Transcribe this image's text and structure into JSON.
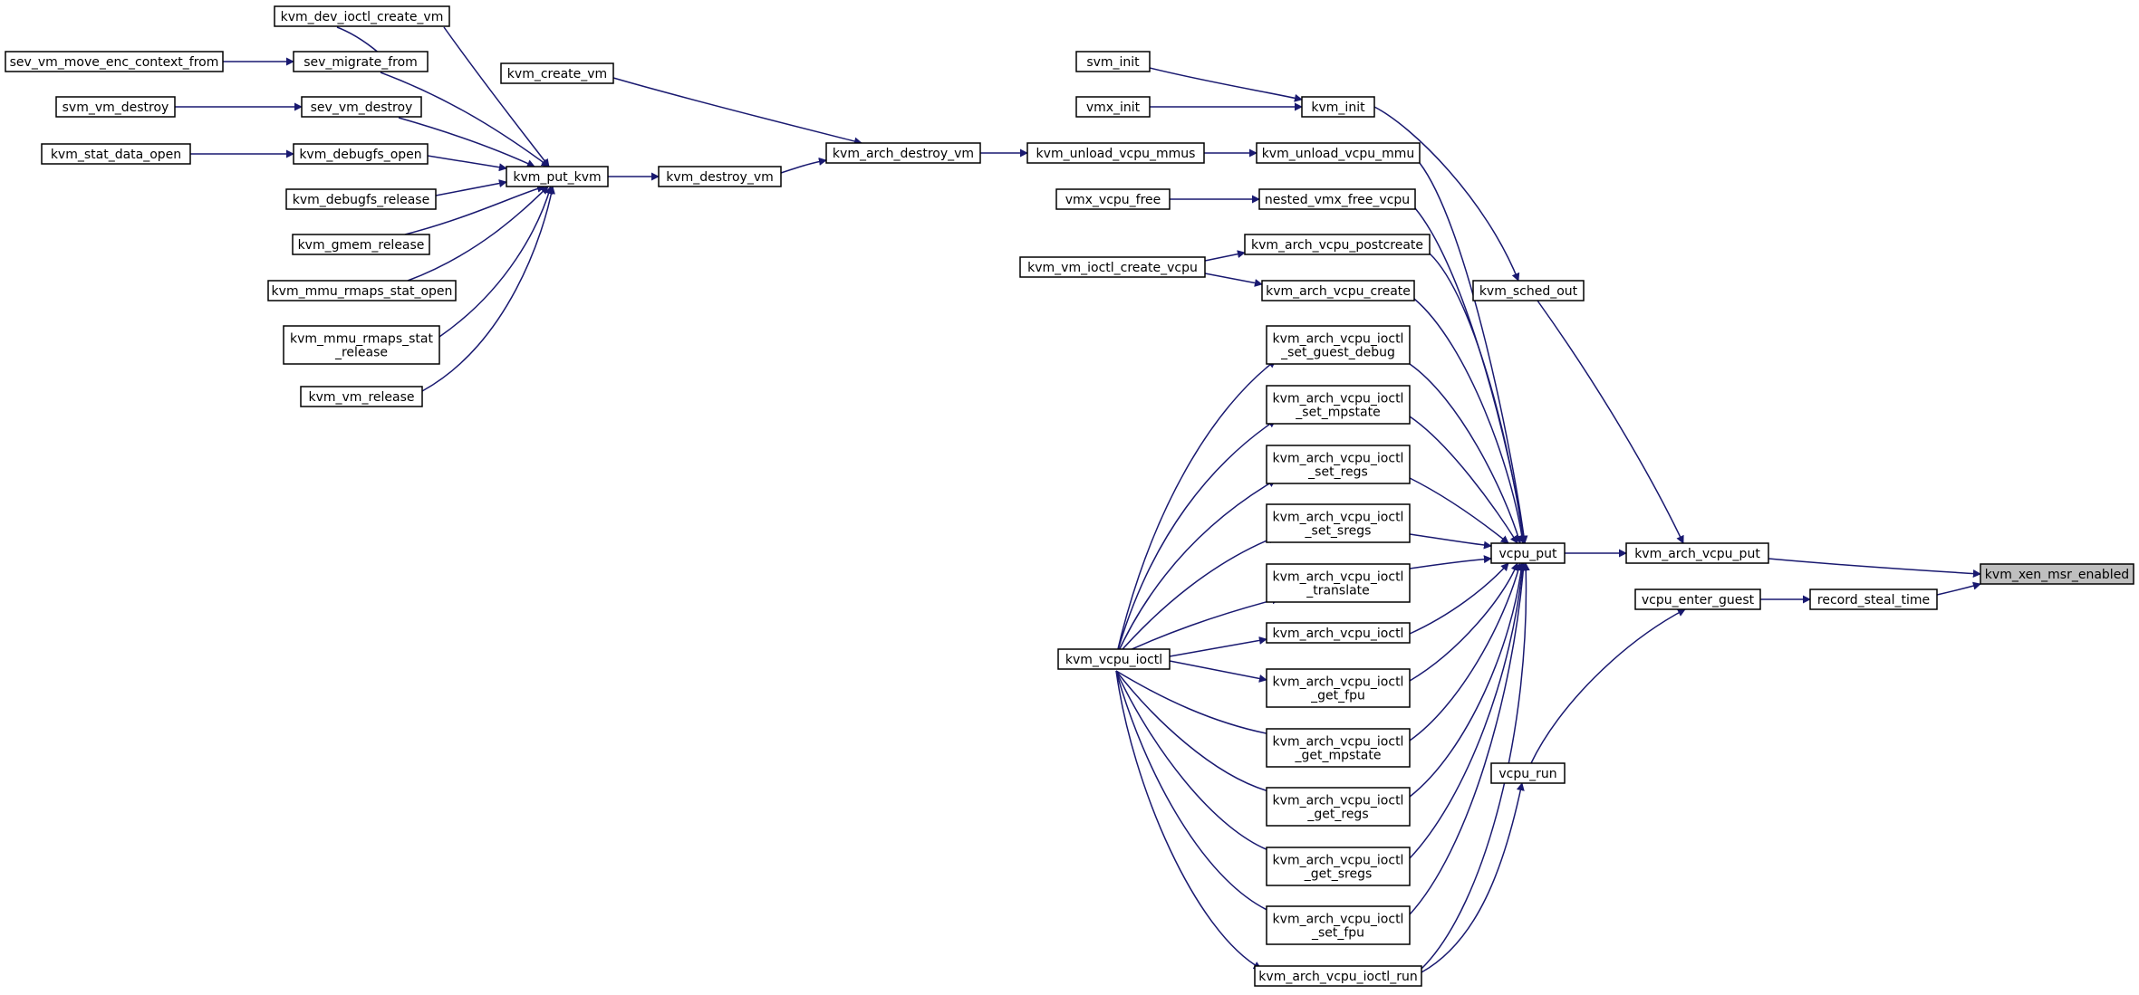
{
  "diagram": {
    "type": "call-graph",
    "colors": {
      "edge": "#191970",
      "node_border": "#000000",
      "node_fill": "#ffffff",
      "focus_fill": "#bfbfbf"
    },
    "focus": "kvm_xen_msr_enabled",
    "nodes": [
      {
        "id": "kvm_dev_ioctl_create_vm",
        "lines": [
          "kvm_dev_ioctl_create_vm"
        ]
      },
      {
        "id": "sev_vm_move_enc_context_from",
        "lines": [
          "sev_vm_move_enc_context_from"
        ]
      },
      {
        "id": "sev_migrate_from",
        "lines": [
          "sev_migrate_from"
        ]
      },
      {
        "id": "kvm_create_vm",
        "lines": [
          "kvm_create_vm"
        ]
      },
      {
        "id": "svm_vm_destroy",
        "lines": [
          "svm_vm_destroy"
        ]
      },
      {
        "id": "sev_vm_destroy",
        "lines": [
          "sev_vm_destroy"
        ]
      },
      {
        "id": "kvm_stat_data_open",
        "lines": [
          "kvm_stat_data_open"
        ]
      },
      {
        "id": "kvm_debugfs_open",
        "lines": [
          "kvm_debugfs_open"
        ]
      },
      {
        "id": "kvm_put_kvm",
        "lines": [
          "kvm_put_kvm"
        ]
      },
      {
        "id": "kvm_destroy_vm",
        "lines": [
          "kvm_destroy_vm"
        ]
      },
      {
        "id": "kvm_arch_destroy_vm",
        "lines": [
          "kvm_arch_destroy_vm"
        ]
      },
      {
        "id": "kvm_unload_vcpu_mmus",
        "lines": [
          "kvm_unload_vcpu_mmus"
        ]
      },
      {
        "id": "kvm_unload_vcpu_mmu",
        "lines": [
          "kvm_unload_vcpu_mmu"
        ]
      },
      {
        "id": "kvm_debugfs_release",
        "lines": [
          "kvm_debugfs_release"
        ]
      },
      {
        "id": "kvm_gmem_release",
        "lines": [
          "kvm_gmem_release"
        ]
      },
      {
        "id": "kvm_mmu_rmaps_stat_open",
        "lines": [
          "kvm_mmu_rmaps_stat_open"
        ]
      },
      {
        "id": "kvm_mmu_rmaps_stat_release",
        "lines": [
          "kvm_mmu_rmaps_stat",
          "_release"
        ]
      },
      {
        "id": "kvm_vm_release",
        "lines": [
          "kvm_vm_release"
        ]
      },
      {
        "id": "svm_init",
        "lines": [
          "svm_init"
        ]
      },
      {
        "id": "vmx_init",
        "lines": [
          "vmx_init"
        ]
      },
      {
        "id": "kvm_init",
        "lines": [
          "kvm_init"
        ]
      },
      {
        "id": "vmx_vcpu_free",
        "lines": [
          "vmx_vcpu_free"
        ]
      },
      {
        "id": "nested_vmx_free_vcpu",
        "lines": [
          "nested_vmx_free_vcpu"
        ]
      },
      {
        "id": "kvm_arch_vcpu_postcreate",
        "lines": [
          "kvm_arch_vcpu_postcreate"
        ]
      },
      {
        "id": "kvm_vm_ioctl_create_vcpu",
        "lines": [
          "kvm_vm_ioctl_create_vcpu"
        ]
      },
      {
        "id": "kvm_arch_vcpu_create",
        "lines": [
          "kvm_arch_vcpu_create"
        ]
      },
      {
        "id": "kvm_sched_out",
        "lines": [
          "kvm_sched_out"
        ]
      },
      {
        "id": "ioctl_set_guest_debug",
        "lines": [
          "kvm_arch_vcpu_ioctl",
          "_set_guest_debug"
        ]
      },
      {
        "id": "ioctl_set_mpstate",
        "lines": [
          "kvm_arch_vcpu_ioctl",
          "_set_mpstate"
        ]
      },
      {
        "id": "ioctl_set_regs",
        "lines": [
          "kvm_arch_vcpu_ioctl",
          "_set_regs"
        ]
      },
      {
        "id": "ioctl_set_sregs",
        "lines": [
          "kvm_arch_vcpu_ioctl",
          "_set_sregs"
        ]
      },
      {
        "id": "ioctl_translate",
        "lines": [
          "kvm_arch_vcpu_ioctl",
          "_translate"
        ]
      },
      {
        "id": "kvm_arch_vcpu_ioctl",
        "lines": [
          "kvm_arch_vcpu_ioctl"
        ]
      },
      {
        "id": "kvm_vcpu_ioctl",
        "lines": [
          "kvm_vcpu_ioctl"
        ]
      },
      {
        "id": "ioctl_get_fpu",
        "lines": [
          "kvm_arch_vcpu_ioctl",
          "_get_fpu"
        ]
      },
      {
        "id": "ioctl_get_mpstate",
        "lines": [
          "kvm_arch_vcpu_ioctl",
          "_get_mpstate"
        ]
      },
      {
        "id": "ioctl_get_regs",
        "lines": [
          "kvm_arch_vcpu_ioctl",
          "_get_regs"
        ]
      },
      {
        "id": "ioctl_get_sregs",
        "lines": [
          "kvm_arch_vcpu_ioctl",
          "_get_sregs"
        ]
      },
      {
        "id": "ioctl_set_fpu",
        "lines": [
          "kvm_arch_vcpu_ioctl",
          "_set_fpu"
        ]
      },
      {
        "id": "kvm_arch_vcpu_ioctl_run",
        "lines": [
          "kvm_arch_vcpu_ioctl_run"
        ]
      },
      {
        "id": "vcpu_put",
        "lines": [
          "vcpu_put"
        ]
      },
      {
        "id": "vcpu_run",
        "lines": [
          "vcpu_run"
        ]
      },
      {
        "id": "kvm_arch_vcpu_put",
        "lines": [
          "kvm_arch_vcpu_put"
        ]
      },
      {
        "id": "vcpu_enter_guest",
        "lines": [
          "vcpu_enter_guest"
        ]
      },
      {
        "id": "record_steal_time",
        "lines": [
          "record_steal_time"
        ]
      },
      {
        "id": "kvm_xen_msr_enabled",
        "lines": [
          "kvm_xen_msr_enabled"
        ]
      }
    ],
    "edges": [
      [
        "kvm_dev_ioctl_create_vm",
        "kvm_create_vm"
      ],
      [
        "kvm_dev_ioctl_create_vm",
        "kvm_put_kvm"
      ],
      [
        "sev_vm_move_enc_context_from",
        "sev_migrate_from"
      ],
      [
        "sev_migrate_from",
        "kvm_put_kvm"
      ],
      [
        "kvm_create_vm",
        "kvm_arch_destroy_vm"
      ],
      [
        "svm_vm_destroy",
        "sev_vm_destroy"
      ],
      [
        "sev_vm_destroy",
        "kvm_put_kvm"
      ],
      [
        "kvm_stat_data_open",
        "kvm_debugfs_open"
      ],
      [
        "kvm_debugfs_open",
        "kvm_put_kvm"
      ],
      [
        "kvm_debugfs_release",
        "kvm_put_kvm"
      ],
      [
        "kvm_gmem_release",
        "kvm_put_kvm"
      ],
      [
        "kvm_mmu_rmaps_stat_open",
        "kvm_put_kvm"
      ],
      [
        "kvm_mmu_rmaps_stat_release",
        "kvm_put_kvm"
      ],
      [
        "kvm_vm_release",
        "kvm_put_kvm"
      ],
      [
        "kvm_put_kvm",
        "kvm_destroy_vm"
      ],
      [
        "kvm_destroy_vm",
        "kvm_arch_destroy_vm"
      ],
      [
        "kvm_arch_destroy_vm",
        "kvm_unload_vcpu_mmus"
      ],
      [
        "kvm_unload_vcpu_mmus",
        "kvm_unload_vcpu_mmu"
      ],
      [
        "svm_init",
        "kvm_init"
      ],
      [
        "vmx_init",
        "kvm_init"
      ],
      [
        "vmx_vcpu_free",
        "nested_vmx_free_vcpu"
      ],
      [
        "kvm_vm_ioctl_create_vcpu",
        "kvm_arch_vcpu_postcreate"
      ],
      [
        "kvm_vm_ioctl_create_vcpu",
        "kvm_arch_vcpu_create"
      ],
      [
        "kvm_init",
        "kvm_sched_out"
      ],
      [
        "kvm_vcpu_ioctl",
        "ioctl_set_guest_debug"
      ],
      [
        "kvm_vcpu_ioctl",
        "ioctl_set_mpstate"
      ],
      [
        "kvm_vcpu_ioctl",
        "ioctl_set_regs"
      ],
      [
        "kvm_vcpu_ioctl",
        "ioctl_set_sregs"
      ],
      [
        "kvm_vcpu_ioctl",
        "ioctl_translate"
      ],
      [
        "kvm_vcpu_ioctl",
        "kvm_arch_vcpu_ioctl"
      ],
      [
        "kvm_vcpu_ioctl",
        "ioctl_get_fpu"
      ],
      [
        "kvm_vcpu_ioctl",
        "ioctl_get_mpstate"
      ],
      [
        "kvm_vcpu_ioctl",
        "ioctl_get_regs"
      ],
      [
        "kvm_vcpu_ioctl",
        "ioctl_get_sregs"
      ],
      [
        "kvm_vcpu_ioctl",
        "ioctl_set_fpu"
      ],
      [
        "kvm_vcpu_ioctl",
        "kvm_arch_vcpu_ioctl_run"
      ],
      [
        "kvm_unload_vcpu_mmu",
        "vcpu_put"
      ],
      [
        "nested_vmx_free_vcpu",
        "vcpu_put"
      ],
      [
        "kvm_arch_vcpu_postcreate",
        "vcpu_put"
      ],
      [
        "kvm_arch_vcpu_create",
        "vcpu_put"
      ],
      [
        "ioctl_set_guest_debug",
        "vcpu_put"
      ],
      [
        "ioctl_set_mpstate",
        "vcpu_put"
      ],
      [
        "ioctl_set_regs",
        "vcpu_put"
      ],
      [
        "ioctl_set_sregs",
        "vcpu_put"
      ],
      [
        "ioctl_translate",
        "vcpu_put"
      ],
      [
        "kvm_arch_vcpu_ioctl",
        "vcpu_put"
      ],
      [
        "ioctl_get_fpu",
        "vcpu_put"
      ],
      [
        "ioctl_get_mpstate",
        "vcpu_put"
      ],
      [
        "ioctl_get_regs",
        "vcpu_put"
      ],
      [
        "ioctl_get_sregs",
        "vcpu_put"
      ],
      [
        "ioctl_set_fpu",
        "vcpu_put"
      ],
      [
        "kvm_arch_vcpu_ioctl_run",
        "vcpu_put"
      ],
      [
        "kvm_arch_vcpu_ioctl_run",
        "vcpu_run"
      ],
      [
        "vcpu_put",
        "kvm_arch_vcpu_put"
      ],
      [
        "kvm_sched_out",
        "kvm_arch_vcpu_put"
      ],
      [
        "vcpu_run",
        "vcpu_enter_guest"
      ],
      [
        "vcpu_enter_guest",
        "record_steal_time"
      ],
      [
        "kvm_arch_vcpu_put",
        "kvm_xen_msr_enabled"
      ],
      [
        "record_steal_time",
        "kvm_xen_msr_enabled"
      ]
    ]
  }
}
